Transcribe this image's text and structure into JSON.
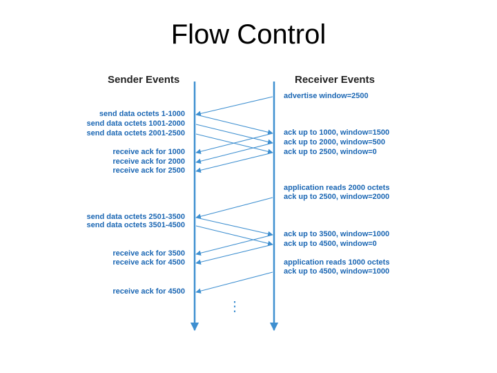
{
  "title": "Flow Control",
  "headers": {
    "sender": "Sender Events",
    "receiver": "Receiver Events"
  },
  "colors": {
    "accent": "#3e8fd0",
    "text": "#1a66b3",
    "line": "#3e8fd0"
  },
  "sender_events": [
    {
      "text": "send data octets 1-1000"
    },
    {
      "text": "send data octets 1001-2000"
    },
    {
      "text": "send data octets 2001-2500"
    },
    {
      "text": "receive ack for 1000"
    },
    {
      "text": "receive ack for 2000"
    },
    {
      "text": "receive ack for 2500"
    },
    {
      "text": "send data octets 2501-3500"
    },
    {
      "text": "send data octets 3501-4500"
    },
    {
      "text": "receive ack for 3500"
    },
    {
      "text": "receive ack for 4500"
    },
    {
      "text": "receive ack for 4500"
    }
  ],
  "receiver_events": [
    {
      "text": "advertise window=2500"
    },
    {
      "text": "ack up to 1000, window=1500"
    },
    {
      "text": "ack up to 2000, window=500"
    },
    {
      "text": "ack up to 2500, window=0"
    },
    {
      "text": "application reads 2000 octets"
    },
    {
      "text": "ack up to 2500, window=2000"
    },
    {
      "text": "ack up to 3500, window=1000"
    },
    {
      "text": "ack up to 4500, window=0"
    },
    {
      "text": "application reads 1000 octets"
    },
    {
      "text": "ack up to 4500, window=1000"
    }
  ],
  "ellipsis": "⋮"
}
